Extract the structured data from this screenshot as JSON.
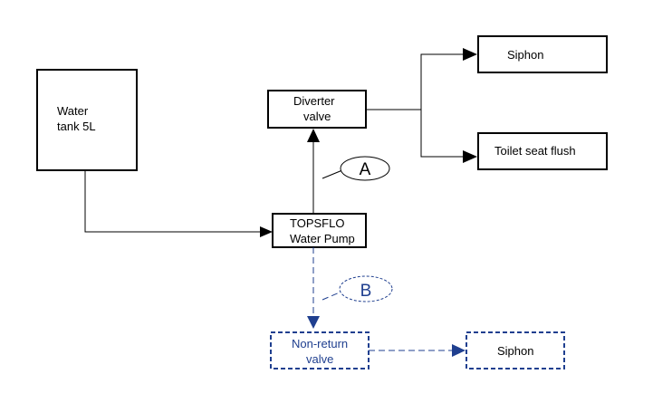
{
  "colors": {
    "line": "#000000",
    "optional_path": "#1f3f8f",
    "background": "#ffffff"
  },
  "nodes": {
    "water_tank": {
      "line1": "Water",
      "line2": "tank 5L"
    },
    "pump": {
      "line1": "TOPSFLO",
      "line2": "Water Pump"
    },
    "diverter": {
      "line1": "Diverter",
      "line2": "valve"
    },
    "siphon_top": {
      "label": "Siphon"
    },
    "toilet_flush": {
      "label": "Toilet seat flush"
    },
    "non_return": {
      "line1": "Non-return",
      "line2": "valve"
    },
    "siphon_bottom": {
      "label": "Siphon"
    }
  },
  "callouts": {
    "a": {
      "label": "A"
    },
    "b": {
      "label": "B"
    }
  }
}
